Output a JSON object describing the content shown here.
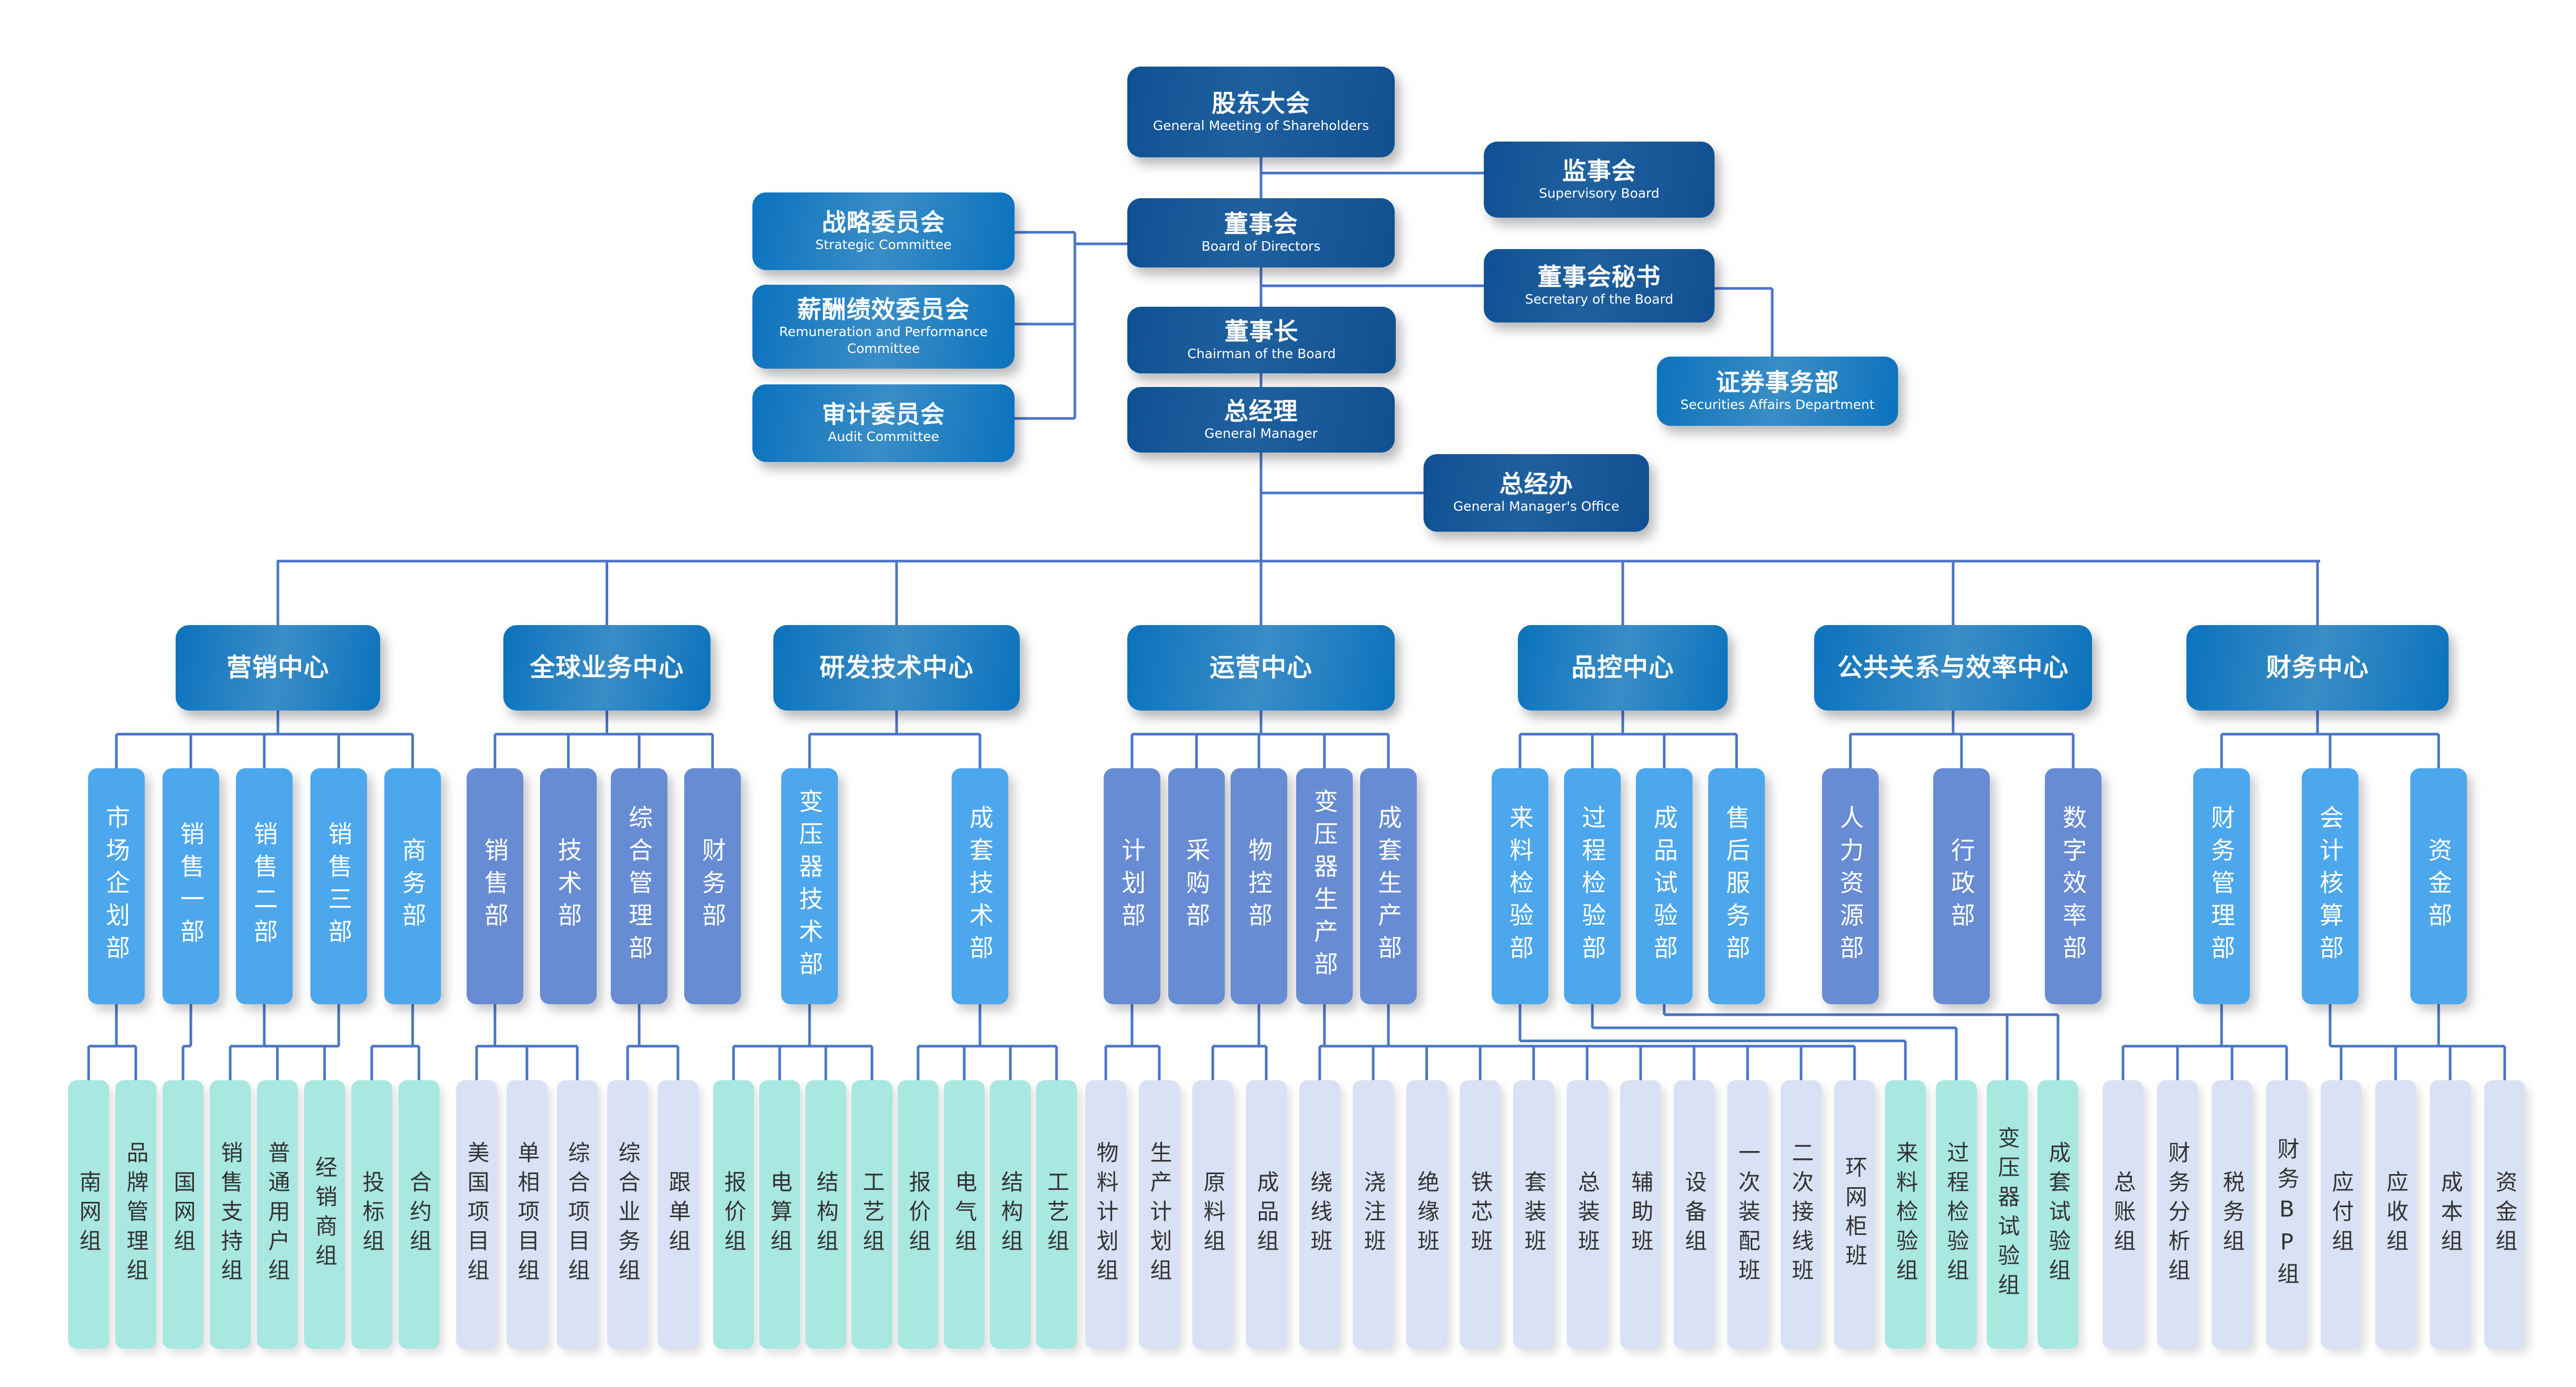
{
  "colors": {
    "line": "#4a74c9",
    "top_dark": "#12528f",
    "top_mid": "#0b72bd",
    "dept_light": "#4da7ec",
    "dept_muted": "#678cd3",
    "group_teal": "#a9e7e1",
    "group_lavender": "#d9e1f4"
  },
  "governance": {
    "shareholders": {
      "zh": "股东大会",
      "en": "General Meeting of Shareholders"
    },
    "supervisory_board": {
      "zh": "监事会",
      "en": "Supervisory Board"
    },
    "board_of_directors": {
      "zh": "董事会",
      "en": "Board of Directors"
    },
    "board_secretary": {
      "zh": "董事会秘书",
      "en": "Secretary of the Board"
    },
    "securities_affairs": {
      "zh": "证券事务部",
      "en": "Securities Affairs Department"
    },
    "chairman": {
      "zh": "董事长",
      "en": "Chairman of the Board"
    },
    "general_manager": {
      "zh": "总经理",
      "en": "General Manager"
    },
    "gm_office": {
      "zh": "总经办",
      "en": "General Manager's Office"
    },
    "committees": [
      {
        "zh": "战略委员会",
        "en": "Strategic Committee"
      },
      {
        "zh": "薪酬绩效委员会",
        "en": "Remuneration and Performance Committee"
      },
      {
        "zh": "审计委员会",
        "en": "Audit Committee"
      }
    ]
  },
  "centers": [
    {
      "name": "营销中心",
      "departments": [
        {
          "name": "市场企划部",
          "tone": "light",
          "groups": [
            "南网组",
            "品牌管理组"
          ]
        },
        {
          "name": "销售一部",
          "tone": "light",
          "groups": [
            "国网组"
          ]
        },
        {
          "name": "销售二部",
          "tone": "light",
          "groups": [
            "销售支持组",
            "普通用户组",
            "经销商组"
          ]
        },
        {
          "name": "销售三部",
          "tone": "light",
          "groups": []
        },
        {
          "name": "商务部",
          "tone": "light",
          "groups": [
            "投标组",
            "合约组"
          ]
        }
      ]
    },
    {
      "name": "全球业务中心",
      "departments": [
        {
          "name": "销售部",
          "tone": "muted",
          "groups": [
            "美国项目组",
            "单相项目组",
            "综合项目组"
          ]
        },
        {
          "name": "技术部",
          "tone": "muted",
          "groups": []
        },
        {
          "name": "综合管理部",
          "tone": "muted",
          "groups": [
            "综合业务组",
            "跟单组"
          ]
        },
        {
          "name": "财务部",
          "tone": "muted",
          "groups": []
        }
      ]
    },
    {
      "name": "研发技术中心",
      "departments": [
        {
          "name": "变压器技术部",
          "tone": "light",
          "groups": [
            "报价组",
            "电算组",
            "结构组",
            "工艺组"
          ]
        },
        {
          "name": "成套技术部",
          "tone": "light",
          "groups": [
            "报价组",
            "电气组",
            "结构组",
            "工艺组"
          ]
        }
      ]
    },
    {
      "name": "运营中心",
      "departments": [
        {
          "name": "计划部",
          "tone": "muted",
          "groups": [
            "物料计划组",
            "生产计划组"
          ]
        },
        {
          "name": "采购部",
          "tone": "muted",
          "groups": []
        },
        {
          "name": "物控部",
          "tone": "muted",
          "groups": [
            "原料组",
            "成品组"
          ]
        },
        {
          "name": "变压器生产部",
          "tone": "muted",
          "groups": [
            "绕线班",
            "浇注班",
            "绝缘班",
            "铁芯班",
            "套装班",
            "总装班",
            "辅助班",
            "设备组",
            "一次装配班",
            "二次接线班",
            "环网柜班"
          ]
        },
        {
          "name": "成套生产部",
          "tone": "muted",
          "groups": []
        }
      ]
    },
    {
      "name": "品控中心",
      "departments": [
        {
          "name": "来料检验部",
          "tone": "light",
          "groups": [
            "来料检验组"
          ]
        },
        {
          "name": "过程检验部",
          "tone": "light",
          "groups": [
            "过程检验组"
          ]
        },
        {
          "name": "成品试验部",
          "tone": "light",
          "groups": [
            "变压器试验组",
            "成套试验组"
          ]
        },
        {
          "name": "售后服务部",
          "tone": "light",
          "groups": []
        }
      ]
    },
    {
      "name": "公共关系与效率中心",
      "departments": [
        {
          "name": "人力资源部",
          "tone": "muted",
          "groups": []
        },
        {
          "name": "行政部",
          "tone": "muted",
          "groups": []
        },
        {
          "name": "数字效率部",
          "tone": "muted",
          "groups": []
        }
      ]
    },
    {
      "name": "财务中心",
      "departments": [
        {
          "name": "财务管理部",
          "tone": "light",
          "groups": [
            "总账组",
            "财务分析组",
            "税务组",
            "财务BP组"
          ]
        },
        {
          "name": "会计核算部",
          "tone": "light",
          "groups": [
            "应付组",
            "应收组",
            "成本组"
          ]
        },
        {
          "name": "资金部",
          "tone": "light",
          "groups": [
            "资金组"
          ]
        }
      ]
    }
  ],
  "group_row": [
    {
      "label": "南网组",
      "tone": "teal"
    },
    {
      "label": "品牌管理组",
      "tone": "teal"
    },
    {
      "label": "国网组",
      "tone": "teal"
    },
    {
      "label": "销售支持组",
      "tone": "teal"
    },
    {
      "label": "普通用户组",
      "tone": "teal"
    },
    {
      "label": "经销商组",
      "tone": "teal"
    },
    {
      "label": "投标组",
      "tone": "teal"
    },
    {
      "label": "合约组",
      "tone": "teal"
    },
    {
      "label": "美国项目组",
      "tone": "lav"
    },
    {
      "label": "单相项目组",
      "tone": "lav"
    },
    {
      "label": "综合项目组",
      "tone": "lav"
    },
    {
      "label": "综合业务组",
      "tone": "lav"
    },
    {
      "label": "跟单组",
      "tone": "lav"
    },
    {
      "label": "报价组",
      "tone": "teal"
    },
    {
      "label": "电算组",
      "tone": "teal"
    },
    {
      "label": "结构组",
      "tone": "teal"
    },
    {
      "label": "工艺组",
      "tone": "teal"
    },
    {
      "label": "报价组",
      "tone": "teal"
    },
    {
      "label": "电气组",
      "tone": "teal"
    },
    {
      "label": "结构组",
      "tone": "teal"
    },
    {
      "label": "工艺组",
      "tone": "teal"
    },
    {
      "label": "物料计划组",
      "tone": "lav"
    },
    {
      "label": "生产计划组",
      "tone": "lav"
    },
    {
      "label": "原料组",
      "tone": "lav"
    },
    {
      "label": "成品组",
      "tone": "lav"
    },
    {
      "label": "绕线班",
      "tone": "lav"
    },
    {
      "label": "浇注班",
      "tone": "lav"
    },
    {
      "label": "绝缘班",
      "tone": "lav"
    },
    {
      "label": "铁芯班",
      "tone": "lav"
    },
    {
      "label": "套装班",
      "tone": "lav"
    },
    {
      "label": "总装班",
      "tone": "lav"
    },
    {
      "label": "辅助班",
      "tone": "lav"
    },
    {
      "label": "设备组",
      "tone": "lav"
    },
    {
      "label": "一次装配班",
      "tone": "lav"
    },
    {
      "label": "二次接线班",
      "tone": "lav"
    },
    {
      "label": "环网柜班",
      "tone": "lav"
    },
    {
      "label": "来料检验组",
      "tone": "teal"
    },
    {
      "label": "过程检验组",
      "tone": "teal"
    },
    {
      "label": "变压器试验组",
      "tone": "teal"
    },
    {
      "label": "成套试验组",
      "tone": "teal"
    },
    {
      "label": "总账组",
      "tone": "lav"
    },
    {
      "label": "财务分析组",
      "tone": "lav"
    },
    {
      "label": "税务组",
      "tone": "lav"
    },
    {
      "label": "财务BP组",
      "tone": "lav"
    },
    {
      "label": "应付组",
      "tone": "lav"
    },
    {
      "label": "应收组",
      "tone": "lav"
    },
    {
      "label": "成本组",
      "tone": "lav"
    },
    {
      "label": "资金组",
      "tone": "lav"
    }
  ]
}
